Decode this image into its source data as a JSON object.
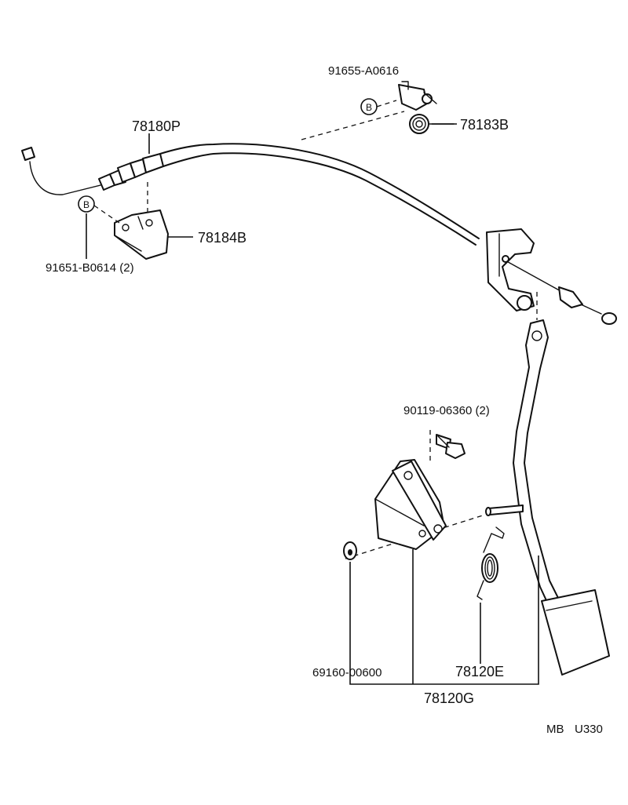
{
  "labels": {
    "clip_upper": "91655-A0616",
    "cable": "78180P",
    "spring_upper": "78183B",
    "bracket_cable": "78184B",
    "clip_lower": "91651-B0614 (2)",
    "bolt": "90119-06360 (2)",
    "washer": "69160-00600",
    "spring_lower": "78120E",
    "pedal_assy": "78120G",
    "code_left": "MB",
    "code_right": "U330"
  },
  "markers": {
    "upper_letter": "B",
    "lower_letter": "B"
  }
}
